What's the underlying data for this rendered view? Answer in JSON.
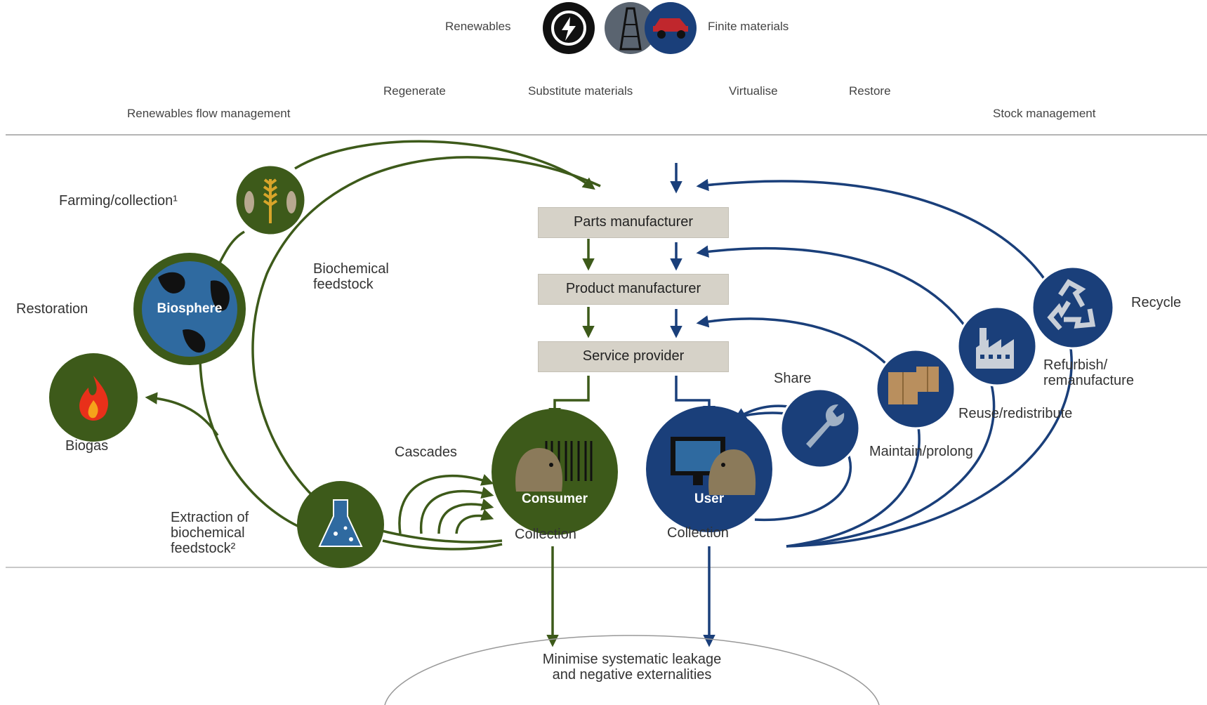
{
  "header": {
    "renewables": "Renewables",
    "finite": "Finite materials",
    "regenerate": "Regenerate",
    "substitute": "Substitute materials",
    "virtualise": "Virtualise",
    "restore": "Restore",
    "renewables_flow": "Renewables flow management",
    "stock": "Stock management"
  },
  "boxes": {
    "parts": "Parts manufacturer",
    "product": "Product manufacturer",
    "service": "Service provider"
  },
  "bio": {
    "farming": "Farming/collection¹",
    "biosphere": "Biosphere",
    "restoration": "Restoration",
    "biogas": "Biogas",
    "feedstock": "Biochemical feedstock",
    "extraction": "Extraction of biochemical feedstock²",
    "cascades": "Cascades",
    "consumer": "Consumer",
    "collection": "Collection"
  },
  "tech": {
    "user": "User",
    "collection": "Collection",
    "share": "Share",
    "maintain": "Maintain/prolong",
    "reuse": "Reuse/redistribute",
    "refurbish": "Refurbish/ remanufacture",
    "recycle": "Recycle"
  },
  "leakage": "Minimise systematic leakage and negative externalities",
  "colors": {
    "green": "#3d5a1a",
    "blue": "#1a3f7a",
    "box": "#d6d2c8"
  }
}
